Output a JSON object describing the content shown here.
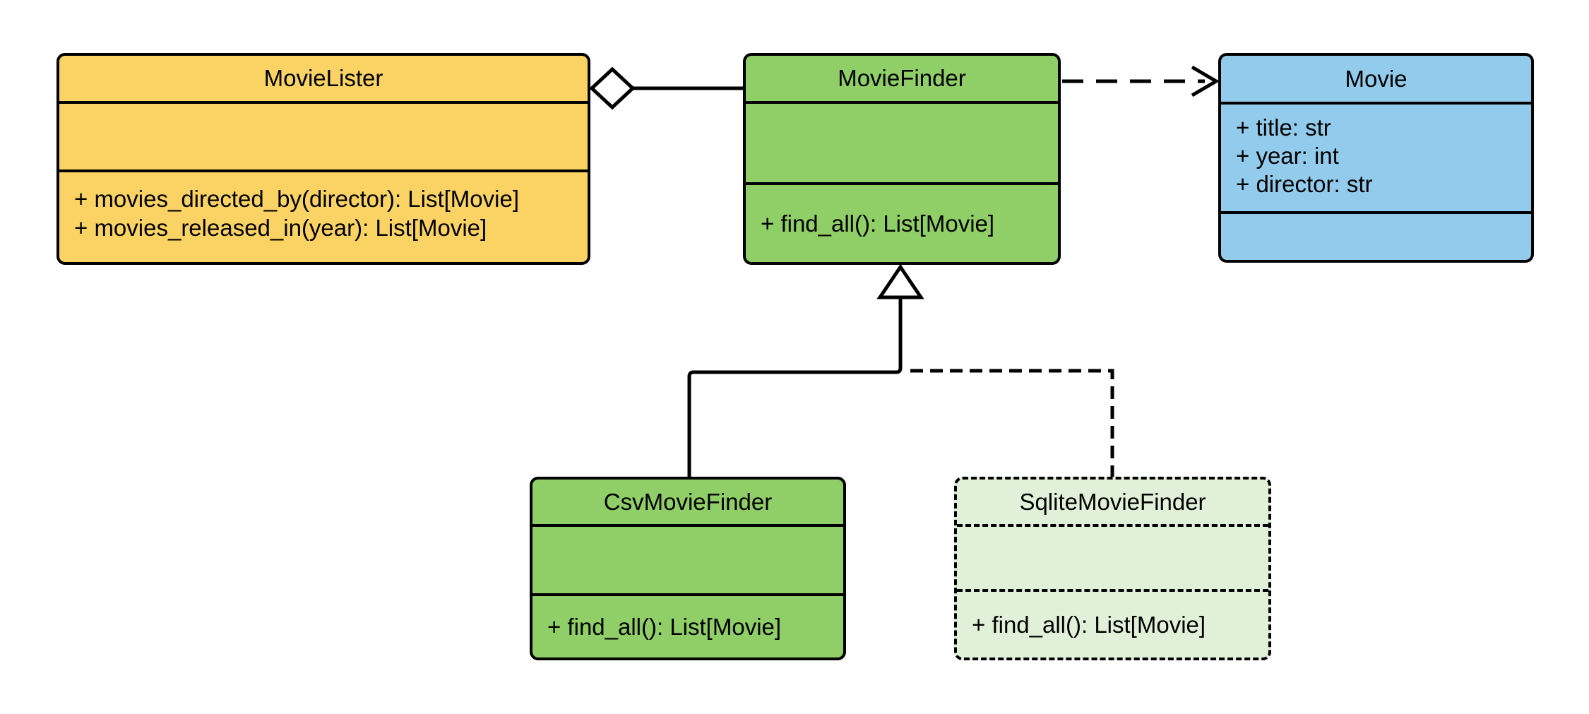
{
  "diagram": {
    "type": "uml-class-diagram",
    "background": "#FFFFFF",
    "classes": [
      {
        "name": "MovieLister",
        "fill": "#FBD364",
        "border_style": "solid",
        "attributes": [],
        "methods": [
          "+ movies_directed_by(director): List[Movie]",
          "+ movies_released_in(year): List[Movie]"
        ]
      },
      {
        "name": "MovieFinder",
        "fill": "#90CE67",
        "border_style": "solid",
        "attributes": [],
        "methods": [
          "+ find_all(): List[Movie]"
        ]
      },
      {
        "name": "Movie",
        "fill": "#92CBEC",
        "border_style": "solid",
        "attributes": [
          "+ title: str",
          "+ year: int",
          "+ director: str"
        ],
        "methods": []
      },
      {
        "name": "CsvMovieFinder",
        "fill": "#90CE67",
        "border_style": "solid",
        "attributes": [],
        "methods": [
          "+ find_all(): List[Movie]"
        ]
      },
      {
        "name": "SqliteMovieFinder",
        "fill": "#E1F0D8",
        "border_style": "dashed",
        "attributes": [],
        "methods": [
          "+ find_all(): List[Movie]"
        ]
      }
    ],
    "relationships": [
      {
        "type": "aggregation",
        "from": "MovieLister",
        "to": "MovieFinder",
        "line": "solid",
        "marker": "open-diamond",
        "marker_at": "MovieLister"
      },
      {
        "type": "dependency",
        "from": "MovieFinder",
        "to": "Movie",
        "line": "dashed",
        "marker": "open-arrow",
        "marker_at": "Movie"
      },
      {
        "type": "generalization",
        "from": "CsvMovieFinder",
        "to": "MovieFinder",
        "line": "solid",
        "marker": "hollow-triangle",
        "marker_at": "MovieFinder"
      },
      {
        "type": "generalization",
        "from": "SqliteMovieFinder",
        "to": "MovieFinder",
        "line": "dashed",
        "marker": "hollow-triangle",
        "marker_at": "MovieFinder"
      }
    ],
    "colors": {
      "stroke": "#000000",
      "marker_fill": "#FFFFFF",
      "yellow": "#FBD364",
      "green": "#90CE67",
      "blue": "#92CBEC",
      "pale_green": "#E1F0D8"
    }
  }
}
